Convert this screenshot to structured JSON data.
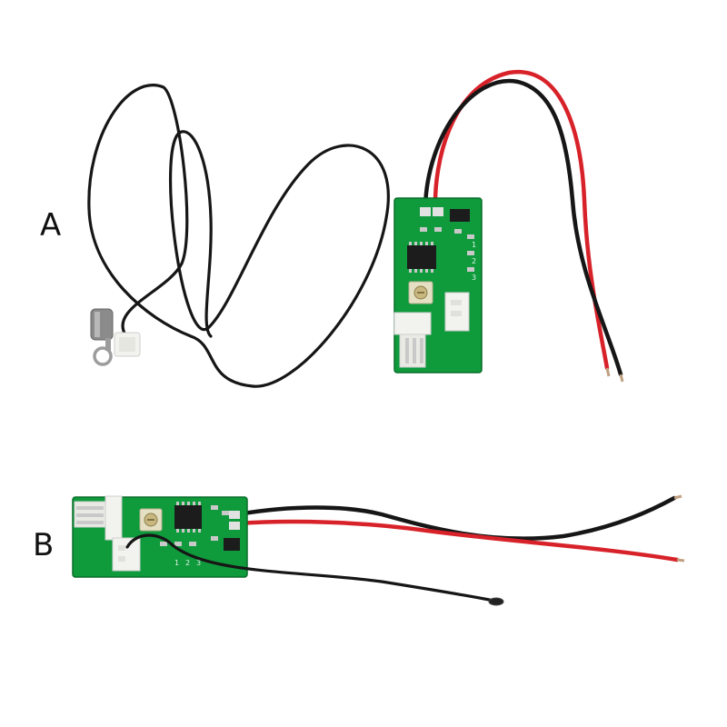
{
  "labels": {
    "a": "A",
    "b": "B"
  },
  "silkscreen_numbers": [
    "1",
    "2",
    "3"
  ],
  "colors": {
    "pcb_green": "#0f9a3c",
    "pcb_dark": "#0b7a2f",
    "wire_black": "#161616",
    "wire_red": "#d8222a",
    "connector_white": "#f2f2ee",
    "pin_metal": "#c9c9c9",
    "chip_black": "#1c1c1c"
  }
}
